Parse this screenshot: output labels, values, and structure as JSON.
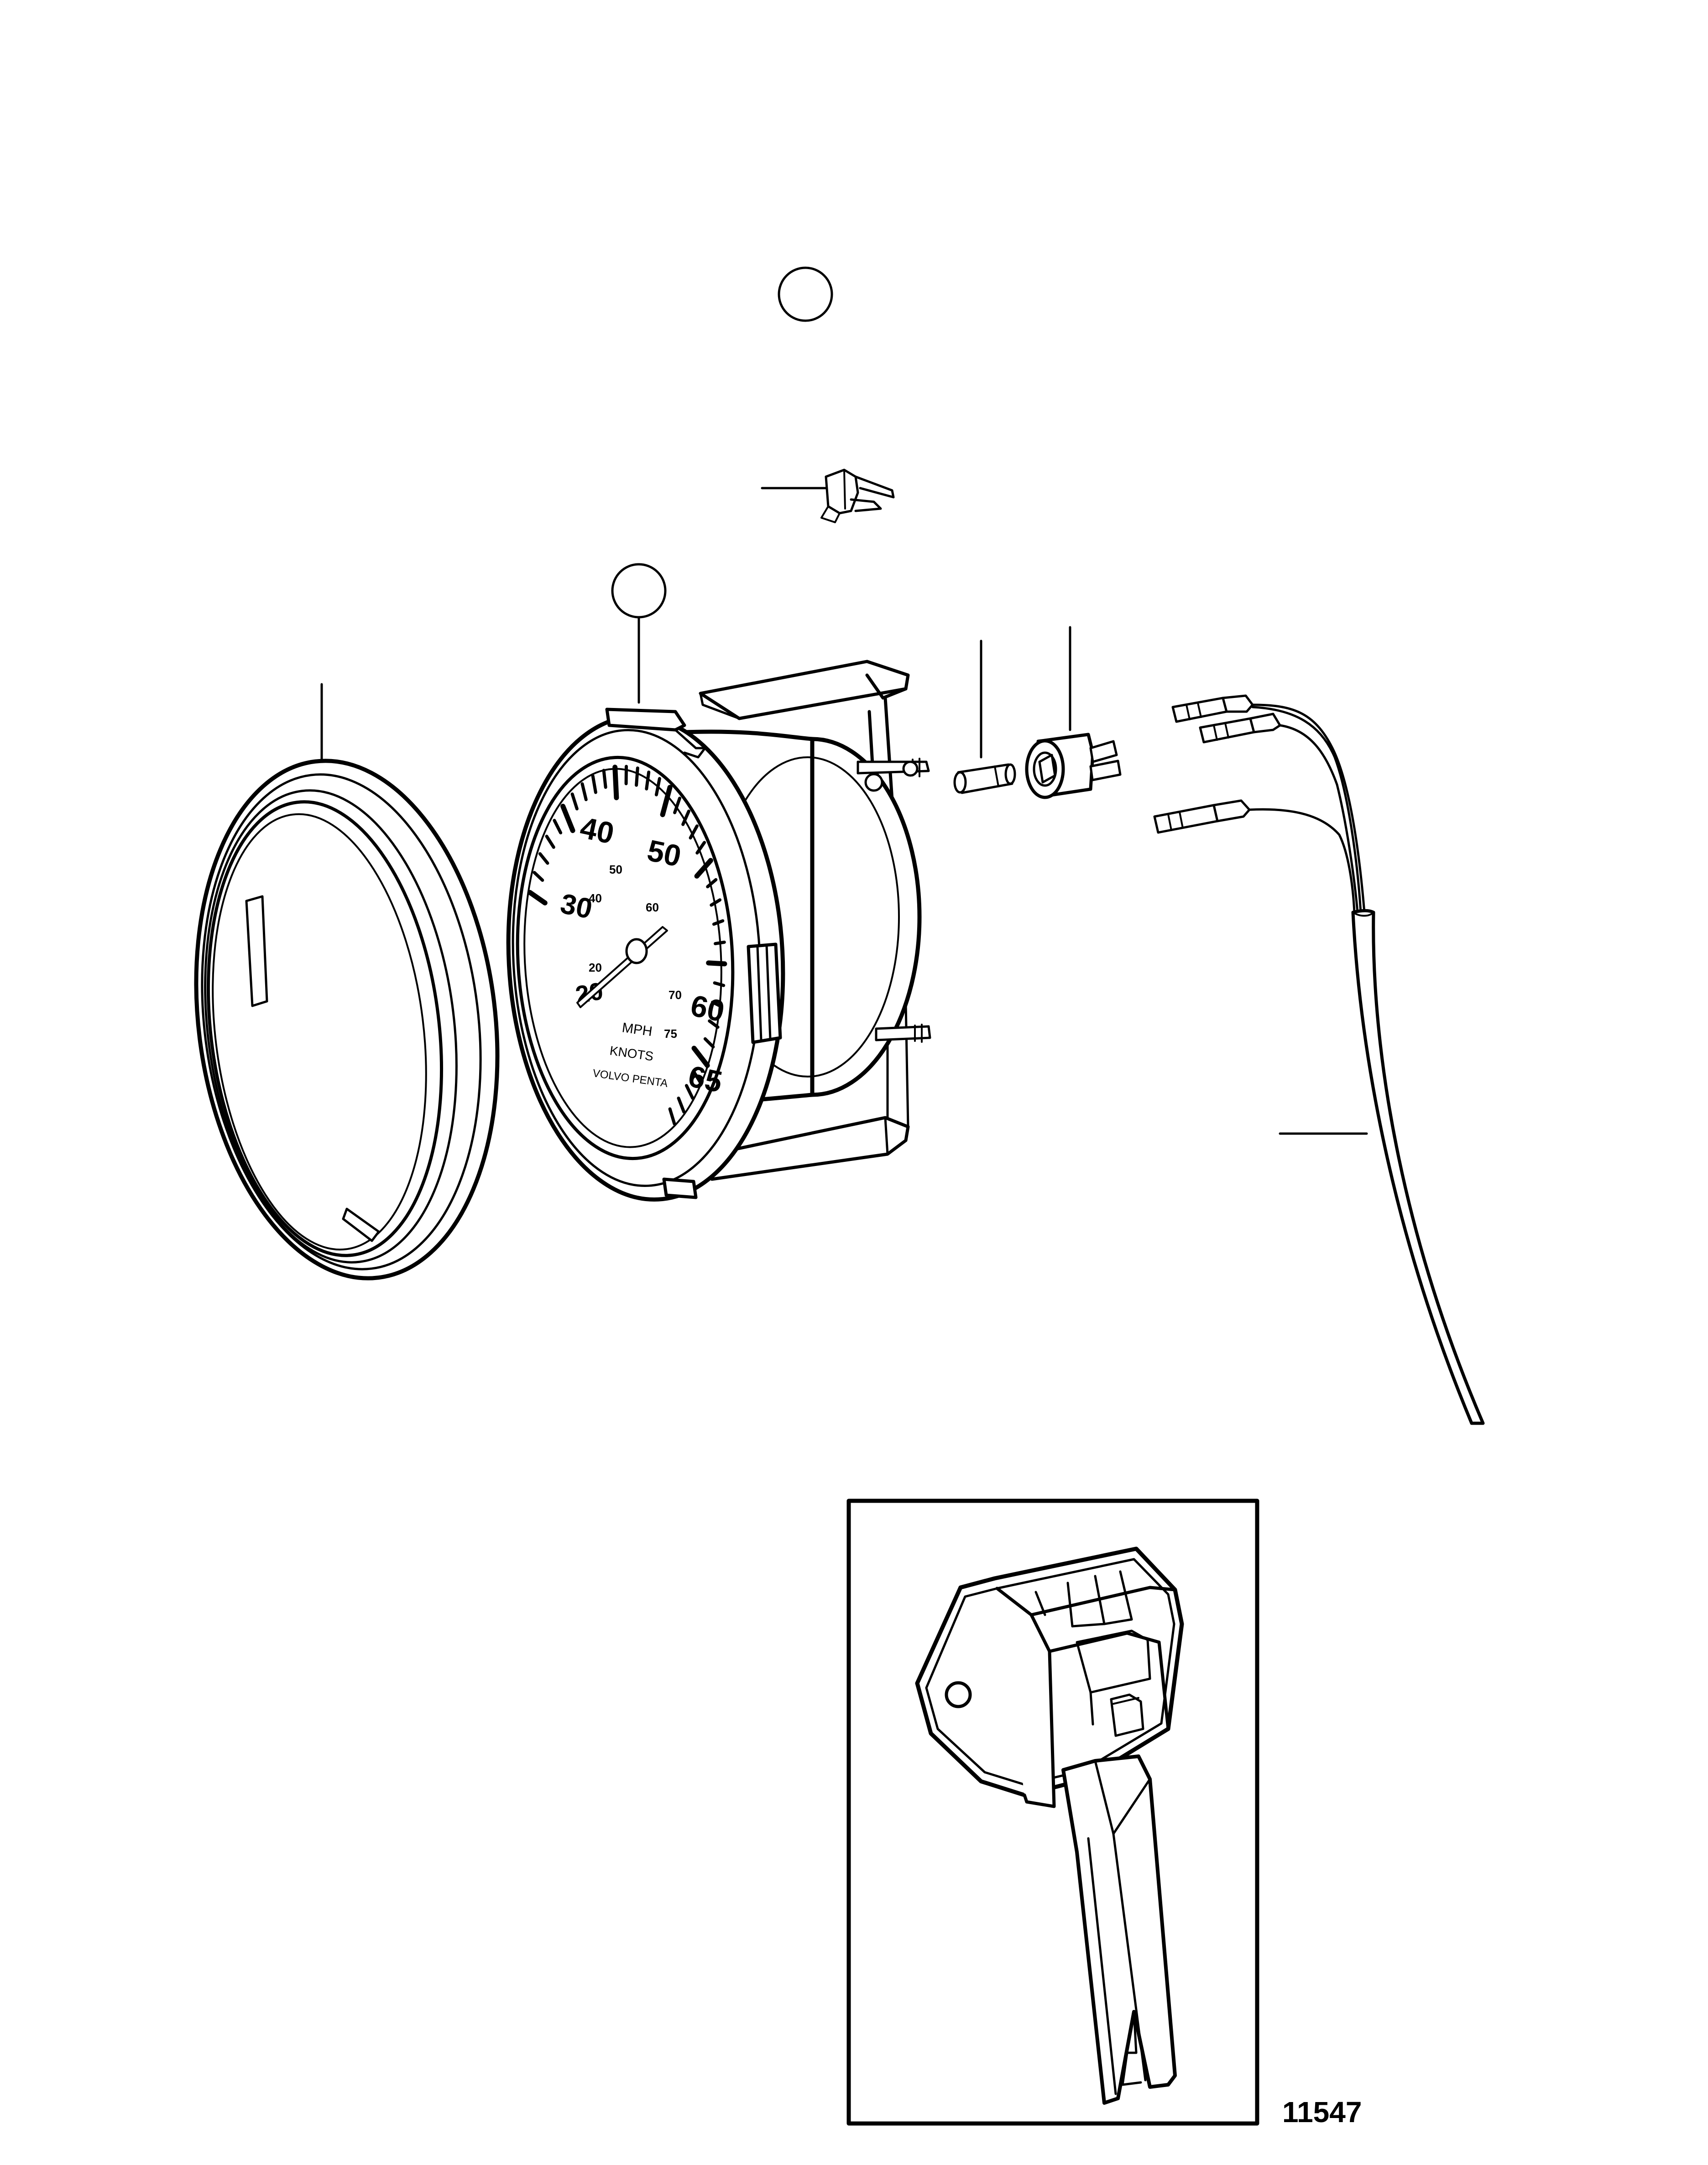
{
  "figure": {
    "figure_number": "11547"
  },
  "gauge": {
    "scale_major": [
      "20",
      "30",
      "40",
      "50",
      "60",
      "65"
    ],
    "scale_minor": [
      "20",
      "40",
      "50",
      "60",
      "70",
      "75"
    ],
    "unit_top": "MPH",
    "unit_bottom": "KNOTS",
    "brand": "VOLVO PENTA"
  },
  "callouts": [
    {
      "position": "1",
      "label": ""
    },
    {
      "position": "2",
      "label": ""
    }
  ]
}
